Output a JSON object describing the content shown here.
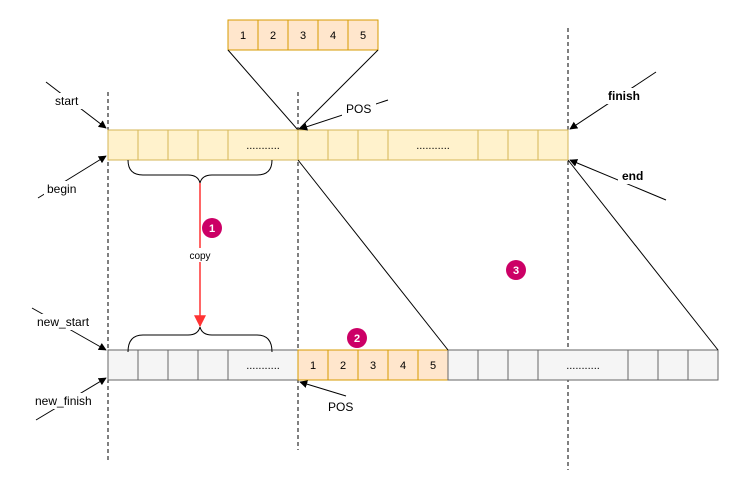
{
  "colors": {
    "orange_fill": "#ffe6cc",
    "orange_stroke": "#d79b00",
    "light_fill": "#fff2cc",
    "light_stroke": "#d6b656",
    "grey_fill": "#f5f5f5",
    "grey_stroke": "#666666",
    "copy_arrow": "#ff3333",
    "badge": "#cc0066"
  },
  "insert_block": {
    "cells": [
      "1",
      "2",
      "3",
      "4",
      "5"
    ]
  },
  "old_array": {
    "ellipsis_left": "...........",
    "ellipsis_right": "..........."
  },
  "new_array": {
    "inserted_cells": [
      "1",
      "2",
      "3",
      "4",
      "5"
    ],
    "ellipsis_left": "...........",
    "ellipsis_right": "..........."
  },
  "labels": {
    "start": "start",
    "begin": "begin",
    "pos_top": "POS",
    "finish": "finish",
    "end": "end",
    "copy": "copy",
    "new_start": "new_start",
    "new_finish": "new_finish",
    "pos_bottom": "POS"
  },
  "badges": [
    "1",
    "2",
    "3"
  ]
}
